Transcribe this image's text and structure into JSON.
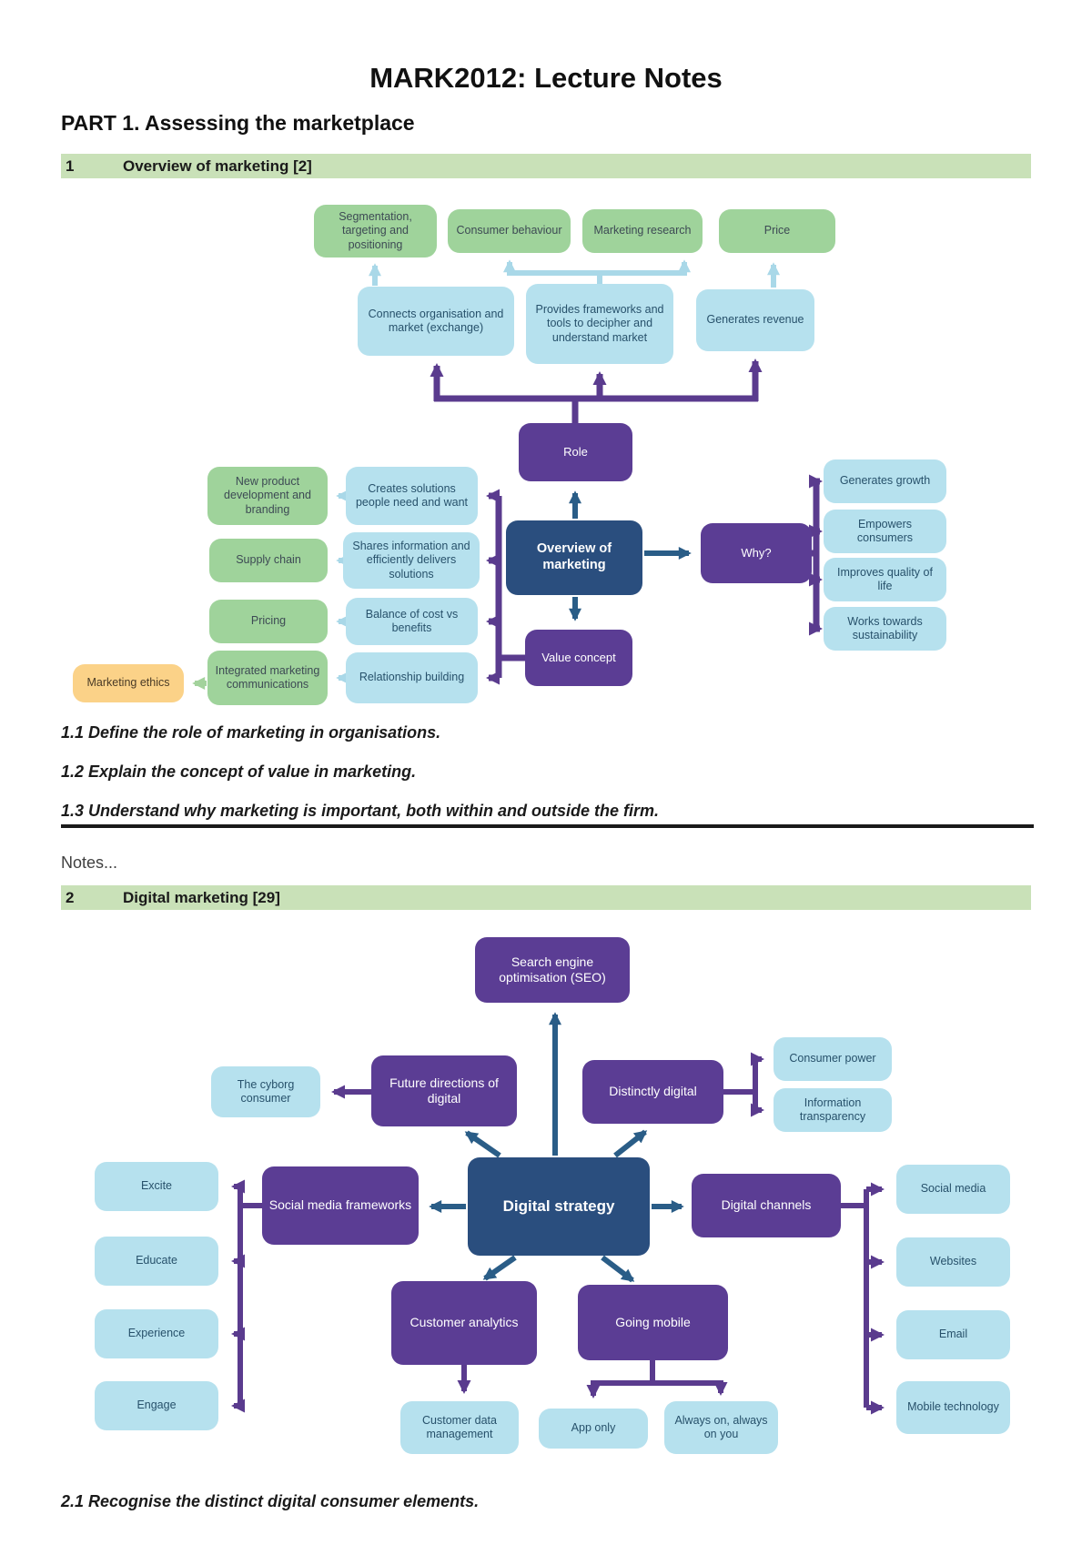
{
  "page": {
    "title": "MARK2012: Lecture Notes",
    "part_heading": "PART 1. Assessing the marketplace",
    "notes_placeholder": "Notes...",
    "section1": {
      "number": "1",
      "title": "Overview of marketing [2]"
    },
    "section2": {
      "number": "2",
      "title": "Digital marketing [29]"
    },
    "objectives1": [
      "1.1 Define the role of marketing in organisations.",
      "1.2 Explain the concept of value in marketing.",
      "1.3 Understand why marketing is important, both within and outside the firm."
    ],
    "objective2": "2.1 Recognise the distinct digital consumer elements."
  },
  "colors": {
    "section_bar": "#c9e1b8",
    "green_box": "#9fd39b",
    "blue_box": "#b6e1ee",
    "purple_box": "#5b3d94",
    "navy_box": "#2a4e7e",
    "orange_box": "#fbd288",
    "purple_arrow": "#5a3b8e",
    "navy_arrow": "#2a5d87",
    "lightblue_arrow": "#a9d8e8",
    "green_arrow": "#a3d29c"
  },
  "d1": {
    "center": "Overview of marketing",
    "role": "Role",
    "why": "Why?",
    "value": "Value concept",
    "ethics": "Marketing ethics",
    "top": [
      "Segmentation, targeting and positioning",
      "Consumer behaviour",
      "Marketing research",
      "Price"
    ],
    "role_details": [
      "Connects organisation and market (exchange)",
      "Provides frameworks and tools to decipher and understand market",
      "Generates revenue"
    ],
    "why_details": [
      "Generates growth",
      "Empowers consumers",
      "Improves quality of life",
      "Works towards sustainability"
    ],
    "value_details": [
      "Creates solutions people need and want",
      "Shares information and efficiently delivers solutions",
      "Balance of cost vs benefits",
      "Relationship building"
    ],
    "value_outcomes": [
      "New product development and branding",
      "Supply chain",
      "Pricing",
      "Integrated marketing communications"
    ]
  },
  "d2": {
    "center": "Digital strategy",
    "seo": "Search engine optimisation (SEO)",
    "future": "Future directions of digital",
    "cyborg": "The cyborg consumer",
    "distinctly": "Distinctly digital",
    "distinctly_details": [
      "Consumer power",
      "Information transparency"
    ],
    "frameworks": "Social media frameworks",
    "framework_details": [
      "Excite",
      "Educate",
      "Experience",
      "Engage"
    ],
    "channels": "Digital channels",
    "channel_details": [
      "Social media",
      "Websites",
      "Email",
      "Mobile technology"
    ],
    "analytics": "Customer analytics",
    "analytics_detail": "Customer data management",
    "mobile": "Going mobile",
    "mobile_details": [
      "App only",
      "Always on, always on you"
    ]
  }
}
